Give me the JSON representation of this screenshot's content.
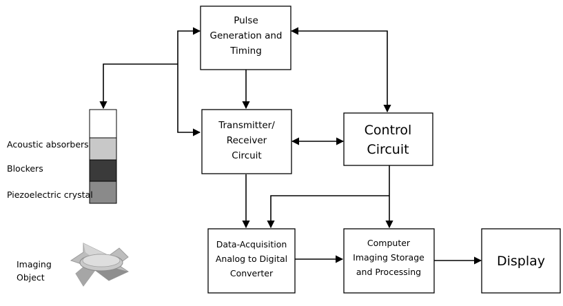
{
  "blocks": {
    "pulse": [
      "Pulse",
      "Generation and",
      "Timing"
    ],
    "transceiver": [
      "Transmitter/",
      "Receiver",
      "Circuit"
    ],
    "control": [
      "Control",
      "Circuit"
    ],
    "daq": [
      "Data-Acquisition",
      "Analog to Digital",
      "Converter"
    ],
    "computer": [
      "Computer",
      "Imaging Storage",
      "and Processing"
    ],
    "display": "Display"
  },
  "transducer": {
    "layers": [
      {
        "label": "",
        "color": "#ffffff"
      },
      {
        "label": "Acoustic absorbers",
        "color": "#c8c8c8"
      },
      {
        "label": "Blockers",
        "color": "#3a3a3a"
      },
      {
        "label": "Piezoelectric crystal",
        "color": "#8a8a8a"
      }
    ]
  },
  "imaging_object": [
    "Imaging",
    "Object"
  ]
}
